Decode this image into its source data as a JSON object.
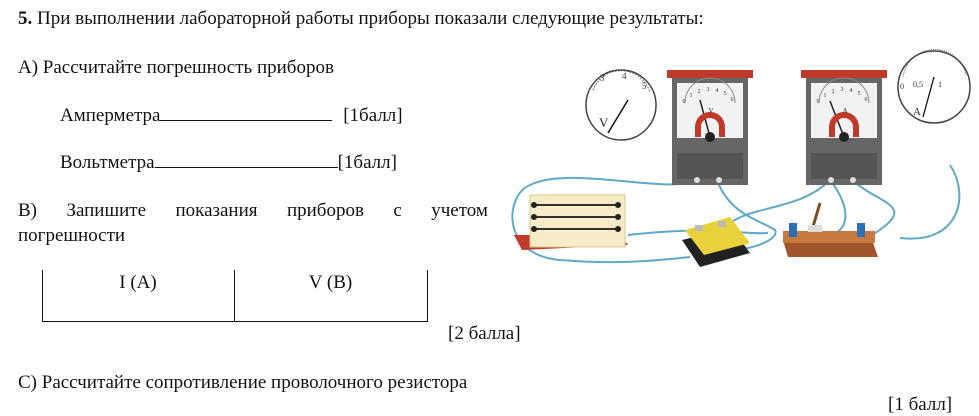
{
  "question": {
    "number": "5.",
    "text": "При выполнении лабораторной работы приборы показали следующие результаты:"
  },
  "part_a": {
    "title": "А) Рассчитайте погрешность приборов",
    "items": [
      {
        "label": "Амперметра",
        "points": "[1балл]"
      },
      {
        "label": "Вольтметра",
        "points": "[1балл]"
      }
    ]
  },
  "part_b": {
    "words": [
      "В)",
      "Запишите",
      "показания",
      "приборов",
      "с",
      "учетом"
    ],
    "line2": "погрешности",
    "table_headers": [
      "I (A)",
      "V (B)"
    ],
    "points": "[2 балла]"
  },
  "part_c": {
    "title": "С) Рассчитайте сопротивление проволочного резистора",
    "points": "[1 балл]"
  },
  "figure": {
    "voltmeter_dial": {
      "ticks": [
        "3",
        "4",
        "5"
      ],
      "unit": "V"
    },
    "ammeter_dial": {
      "ticks": [
        "0",
        "0,5",
        "1"
      ],
      "unit": "A"
    },
    "meter_scale": [
      "0",
      "1",
      "2",
      "3",
      "4",
      "5",
      "6"
    ],
    "voltmeter_letter": "V",
    "ammeter_letter": "A"
  }
}
